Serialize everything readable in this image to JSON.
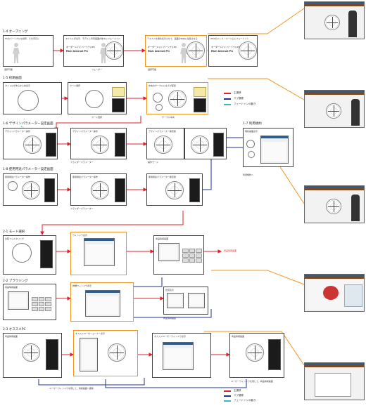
{
  "sections": {
    "s14": "1-4 オープニング",
    "s15": "1-5 初期画面",
    "s16": "1-6 デザインパラメーター設定画面",
    "s17": "1-7 利用規約",
    "s18": "1-8 使用用途パラメーター設定画面",
    "s21": "2-1 モード選択",
    "s22": "2-2 ブラウジング",
    "s23": "2-3 オススメPC"
  },
  "headers": {
    "opening1": "PCのパーソナルな世界、その手元に",
    "opening2": "タイトルが表示、モデルと背景画面が徐々にフェードイン",
    "opening3": "テキストを順次表示させて、画面の中央に位置させる",
    "opening4": "Webのドレス・スーツ上にフェードイン",
    "init1": "タイトルがあらかじめ表示",
    "init2": "カード選択",
    "init3": "中央のサークルに全てが配置",
    "design1": "デザインパラメーター操作",
    "design2": "デザインパラメーター操作",
    "design3": "デザインパラメーター確定後",
    "terms1": "規約画面表示",
    "usage1": "使用用途パラメーター操作",
    "usage2": "使用用途パラメーター操作",
    "usage3": "使用用途パラメーター確定後",
    "mode1": "比較フィルタリング",
    "mode2": "ウィンドウ表示",
    "mode3": "商品情報画面",
    "browse1": "商品情報画面",
    "browse2": "詳細ウィンドウ表示",
    "browse3": "比較表示",
    "rec1": "商品情報画面",
    "rec2": "オススメユーザーコーナー表示",
    "rec3": "オススメユーザーウィンドウ表示",
    "rec4": "商品情報画面"
  },
  "product_title": {
    "line1": "オーダーメイド パーソナルPC",
    "line2": "Rich Internet PC"
  },
  "annotations": {
    "a1": "選択可能",
    "a2": "選択可能",
    "a3": "フェーダー",
    "a4": "カード選択",
    "a5": "サークル中央",
    "a6": "操作モード",
    "a7": "スライダーパラメーター",
    "a8": "スライダーパラメーター",
    "a9": "利用規約へ",
    "a10": "商品情報画面",
    "a11": "商品情報画面",
    "a12": "モードへ",
    "a13": "モードへ",
    "a14": "オススメPCへ",
    "a15": "ユーザーウィンドウを閉じて、情報画面へ遷移",
    "a16": "ユーザーウィンドウを閉じて、商品情報画面"
  },
  "legend": {
    "items": [
      {
        "label": "主遷移",
        "color": "#e0202a"
      },
      {
        "label": "サブ遷移",
        "color": "#1f2fa0"
      },
      {
        "label": "フェードインの動き",
        "color": "#3fb8c8"
      }
    ]
  },
  "colors": {
    "highlight": "#f0961e",
    "main_flow": "#e0202a",
    "sub_flow": "#1f2fa0",
    "fade": "#3fb8c8"
  }
}
